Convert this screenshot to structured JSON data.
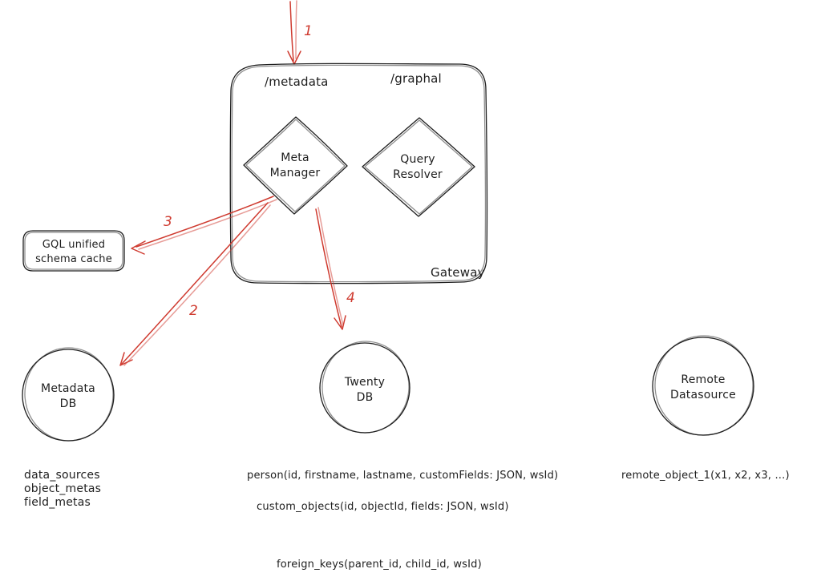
{
  "colors": {
    "ink": "#1e1e1e",
    "arrow_red": "#cf3a2f",
    "background": "#ffffff"
  },
  "gateway": {
    "label": "Gateway",
    "routes": {
      "metadata": "/metadata",
      "graphql": "/graphal"
    },
    "nodes": {
      "meta_manager": {
        "line1": "Meta",
        "line2": "Manager"
      },
      "query_resolver": {
        "line1": "Query",
        "line2": "Resolver"
      }
    }
  },
  "cache": {
    "line1": "GQL unified",
    "line2": "schema cache"
  },
  "databases": {
    "metadata_db": {
      "line1": "Metadata",
      "line2": "DB",
      "tables": [
        "data_sources",
        "object_metas",
        "field_metas"
      ]
    },
    "twenty_db": {
      "line1": "Twenty",
      "line2": "DB",
      "tables": [
        "person(id, firstname, lastname, customFields: JSON, wsId)",
        "custom_objects(id, objectId, fields: JSON, wsId)",
        "foreign_keys(parent_id, child_id, wsId)"
      ]
    },
    "remote_datasource": {
      "line1": "Remote",
      "line2": "Datasource",
      "tables": [
        "remote_object_1(x1, x2, x3, ...)"
      ]
    }
  },
  "arrow_labels": {
    "step1": "1",
    "step2": "2",
    "step3": "3",
    "step4": "4"
  }
}
